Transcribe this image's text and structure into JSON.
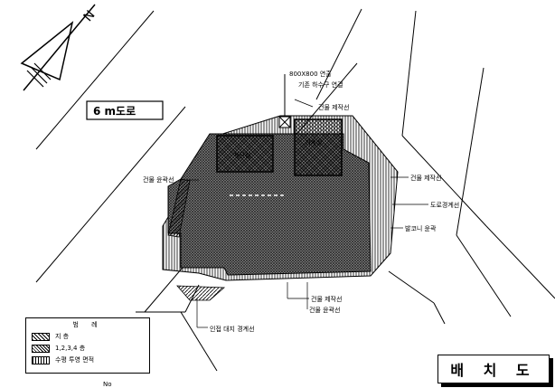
{
  "road_label": "6 m도로",
  "callouts": {
    "pipe_size": "800X800 연출",
    "pipe_desc": "기존 하수구 연결",
    "building_setback_top": "건물 제작선",
    "building_outline_left": "건물 윤곽선",
    "building_setback_right": "건물 제작선",
    "road_boundary": "도로경계선",
    "balcony": "발코니 윤곽",
    "building_setback_bottom": "건물 제작선",
    "building_outline_bottom": "건물 윤곽선",
    "site_boundary": "인접 대지 경계선"
  },
  "rooms": {
    "left": "계단실",
    "right": "기계실"
  },
  "legend": {
    "title": "범 례",
    "items": [
      "지 층",
      "1,2,3,4 층",
      "수평 투영 면적"
    ]
  },
  "title": "배 치 도",
  "page_mark": "No"
}
